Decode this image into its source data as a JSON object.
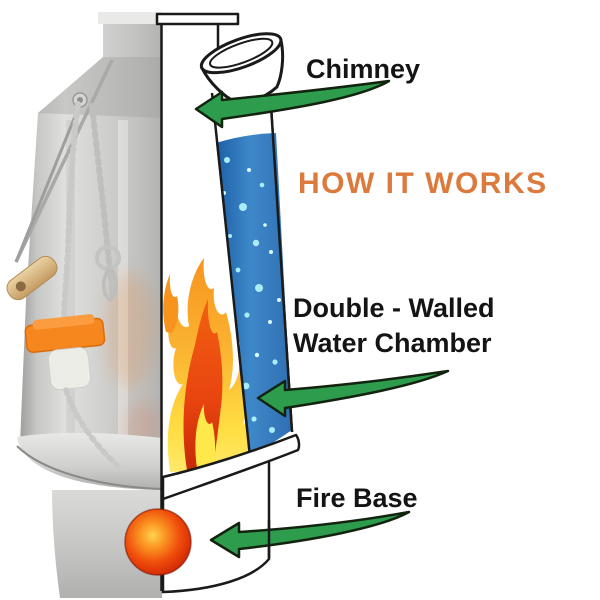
{
  "title": {
    "text": "HOW IT WORKS",
    "color": "#DB7A3C"
  },
  "labels": {
    "chimney": "Chimney",
    "water_chamber_line1": "Double - Walled",
    "water_chamber_line2": "Water Chamber",
    "fire_base": "Fire Base"
  },
  "colors": {
    "background": "#FFFFFF",
    "arrow_green": "#2E9C4D",
    "arrow_outline": "#12240F",
    "label_text": "#141414",
    "title_orange": "#DB7A3C",
    "water_blue": "#3E88C9",
    "water_blue_dark": "#1D5FA6",
    "bubble_blue": "#A8EDF9",
    "flame_orange": "#F7941E",
    "flame_yellow": "#FFDE42",
    "flame_red": "#E8440F",
    "ember_red": "#D02604",
    "stopper_orange": "#F6861E",
    "kettle_silver": "#C7C7C5",
    "outline_black": "#1A1A1A"
  },
  "diagram": {
    "type": "annotated-cutaway-diagram",
    "subject": "camping kettle (half photo, half cutaway illustration)",
    "callouts": [
      {
        "label": "Chimney",
        "arrow": "green swoosh pointing left at chimney top"
      },
      {
        "label": "Double - Walled Water Chamber",
        "arrow": "green swoosh pointing left at blue water column"
      },
      {
        "label": "Fire Base",
        "arrow": "green swoosh pointing left at glowing ember in base"
      }
    ]
  }
}
